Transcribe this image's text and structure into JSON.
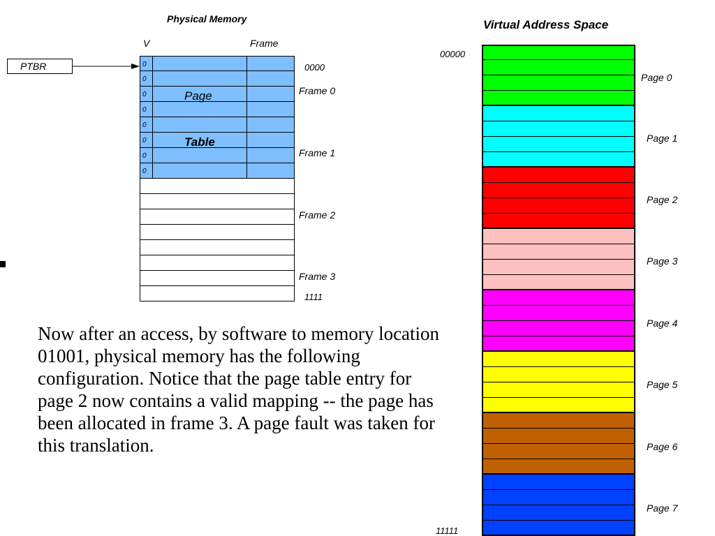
{
  "physical_memory": {
    "title": "Physical Memory",
    "v_header": "V",
    "frame_header": "Frame",
    "ptbr_label": "PTBR",
    "page_table_word1": "Page",
    "page_table_word2": "Table",
    "valid_bits": [
      "0",
      "0",
      "0",
      "0",
      "0",
      "0",
      "0",
      "0"
    ],
    "addr_start": "0000",
    "addr_end": "1111",
    "frame_labels": [
      "Frame 0",
      "Frame 1",
      "Frame 2",
      "Frame 3"
    ],
    "page_table_color": "#7fbfff"
  },
  "virtual_address_space": {
    "title": "Virtual Address Space",
    "addr_start": "00000",
    "addr_end": "11111",
    "pages": [
      {
        "label": "Page 0",
        "color": "#00ff00"
      },
      {
        "label": "Page 1",
        "color": "#00ffff"
      },
      {
        "label": "Page 2",
        "color": "#ff0000"
      },
      {
        "label": "Page 3",
        "color": "#ffc0c0"
      },
      {
        "label": "Page 4",
        "color": "#ff00ff"
      },
      {
        "label": "Page 5",
        "color": "#ffff00"
      },
      {
        "label": "Page 6",
        "color": "#c06000"
      },
      {
        "label": "Page 7",
        "color": "#0040ff"
      }
    ]
  },
  "description": "Now after an access, by software to memory location 01001, physical memory has the following configuration.  Notice that the page table entry for page 2 now contains a valid mapping -- the  page has been allocated in frame 3.  A page fault was taken for this translation."
}
